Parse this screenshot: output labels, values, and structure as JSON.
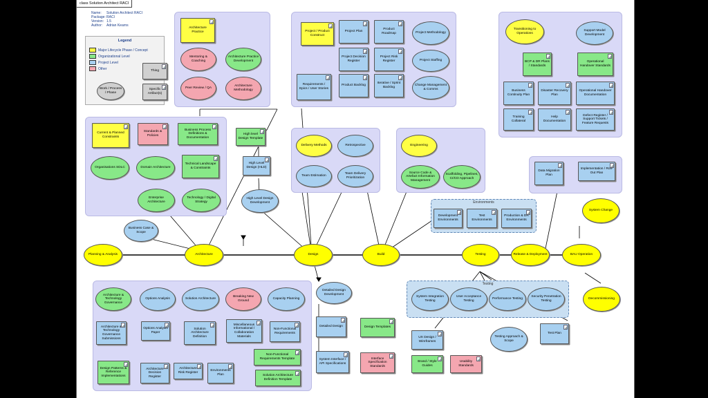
{
  "diagram": {
    "title": "class Solution Architect RACI",
    "meta": [
      {
        "key": "Name:",
        "value": "Solution Architect RACI"
      },
      {
        "key": "Package:",
        "value": "RACI"
      },
      {
        "key": "Version:",
        "value": "1.5"
      },
      {
        "key": "Author:",
        "value": "Adrian Kearns"
      }
    ],
    "legend": {
      "title": "Legend",
      "items": [
        {
          "label": "Major Lifecycle Phase / Concept",
          "color": "#ffff44"
        },
        {
          "label": "Organizational Level",
          "color": "#88e888"
        },
        {
          "label": "Project Level",
          "color": "#a8d0f0"
        },
        {
          "label": "Other",
          "color": "#f4a6b0"
        }
      ],
      "shapes": {
        "thing": "Thing",
        "phase": "Work / Process / Phase",
        "artifact": "Specific Artifact(s)"
      }
    },
    "group_labels": {
      "environments": "Environments",
      "testing": "Testing"
    },
    "nodes": {
      "arch_practice": "Architecture Practice",
      "mentoring": "Mentoring & Coaching",
      "ap_dev": "Architecture Practice Development",
      "peer_review": "Peer Review / QA",
      "arch_method": "Architecture Methodology",
      "project_construct": "Project / Product Construct",
      "project_plan": "Project Plan",
      "product_roadmap": "Product Roadmap",
      "project_methodology": "Project Methodology",
      "project_decision": "Project Decision Register",
      "project_risk": "Project Risk Register",
      "project_staffing": "Project Staffing",
      "requirements_epics": "Requirements / Epics / User Stories",
      "product_backlog": "Product Backlog",
      "iteration_sprint": "Iterative / Sprint Backlog",
      "change_mgmt": "Change Management & Comms",
      "transition_ops": "Transitioning to Operations",
      "support_model": "Support Model Development",
      "bcp_dr": "BCP & DR Plans / Standards",
      "op_handover_std": "Operational Handover Standards",
      "bc_plan": "Business Continuity Plan",
      "dr_plan": "Disaster Recovery Plan",
      "op_handover_doc": "Operational Handover Documentation",
      "training": "Training Collateral",
      "help_doc": "Help Documentation",
      "defect_register": "Defect Register / Support Tickets / Feature Requests",
      "current_planned": "Current & Planned Constraints",
      "standards_policies": "Standards & Policies",
      "bp_definitions": "Business Process Definitions & Documentation",
      "org_sdlc": "Organisations SDLC",
      "domain_arch": "Domain Architecture",
      "tech_landscape": "Technical Landscape & Constraints",
      "enterprise_arch": "Enterprise Architecture",
      "tech_strategy": "Technology / Digital Strategy",
      "hld_template": "High level Design Template",
      "hld": "High Level Design (HLD)",
      "hld_dev": "High Level Design Development",
      "delivery_methods": "Delivery Methods",
      "retrospective": "Retrospective",
      "team_estimation": "Team Estimation",
      "team_delivery": "Team Delivery Prioritization",
      "engineering": "Engineering",
      "source_code": "Source Code & Artefact Information Management",
      "scaffolding": "Scaffolding, Pipelines, CI/CD Approach",
      "data_migration": "Data Migration Plan",
      "implementation_plan": "Implementation / Roll-Out Plan",
      "dev_env": "Development Environments",
      "test_env": "Test Environments",
      "prod_env": "Production & DR Environments",
      "system_change": "System Change",
      "business_case": "Business Case & Scope",
      "planning": "Planning & Analysis",
      "architecture": "Architecture",
      "design": "Design",
      "build": "Build",
      "testing": "Testing",
      "release": "Release & Deployment",
      "bau": "BAU Operation",
      "decommissioning": "Decommissioning",
      "detailed_design_dev": "Detailed Design Development",
      "detailed_design": "Detailed Design",
      "design_templates": "Design Templates",
      "sys_interface": "System Interface / API Specifications",
      "interface_standards": "Interface Specification Standards",
      "ux_design": "UX Design / Wireframes",
      "brand_guides": "Brand / Style Guides",
      "usability": "Usability Standards",
      "sys_integration": "System Integration Testing",
      "uat": "User Acceptance Testing",
      "perf_testing": "Performance Testing",
      "sec_pen": "Security Penetration Testing",
      "test_approach": "Testing Approach & Scope",
      "test_plan": "Test Plan",
      "at_governance": "Architecture & Technology Governance",
      "options_analysis": "Options Analysis",
      "solution_arch": "Solution Architecture",
      "breaking_ground": "Breaking New Ground",
      "capacity_planning": "Capacity Planning",
      "atg_submissions": "Architecture & Technology Governance Submissions",
      "options_paper": "Options Analysis Paper",
      "sad": "Solution Architecture Definition",
      "misc_info": "Miscellaneous Informational / Collaboration Materials",
      "nfr": "Non-Functional Requirements",
      "nfr_template": "Non-Functional Requirements Template",
      "design_patterns": "Design Patterns & Reference Implementations",
      "arch_decision": "Architecture Decision Register",
      "arch_risk": "Architecture Risk Register",
      "env_plan": "Environments Plan",
      "sad_template": "Solution Architecture Definition Template"
    }
  }
}
